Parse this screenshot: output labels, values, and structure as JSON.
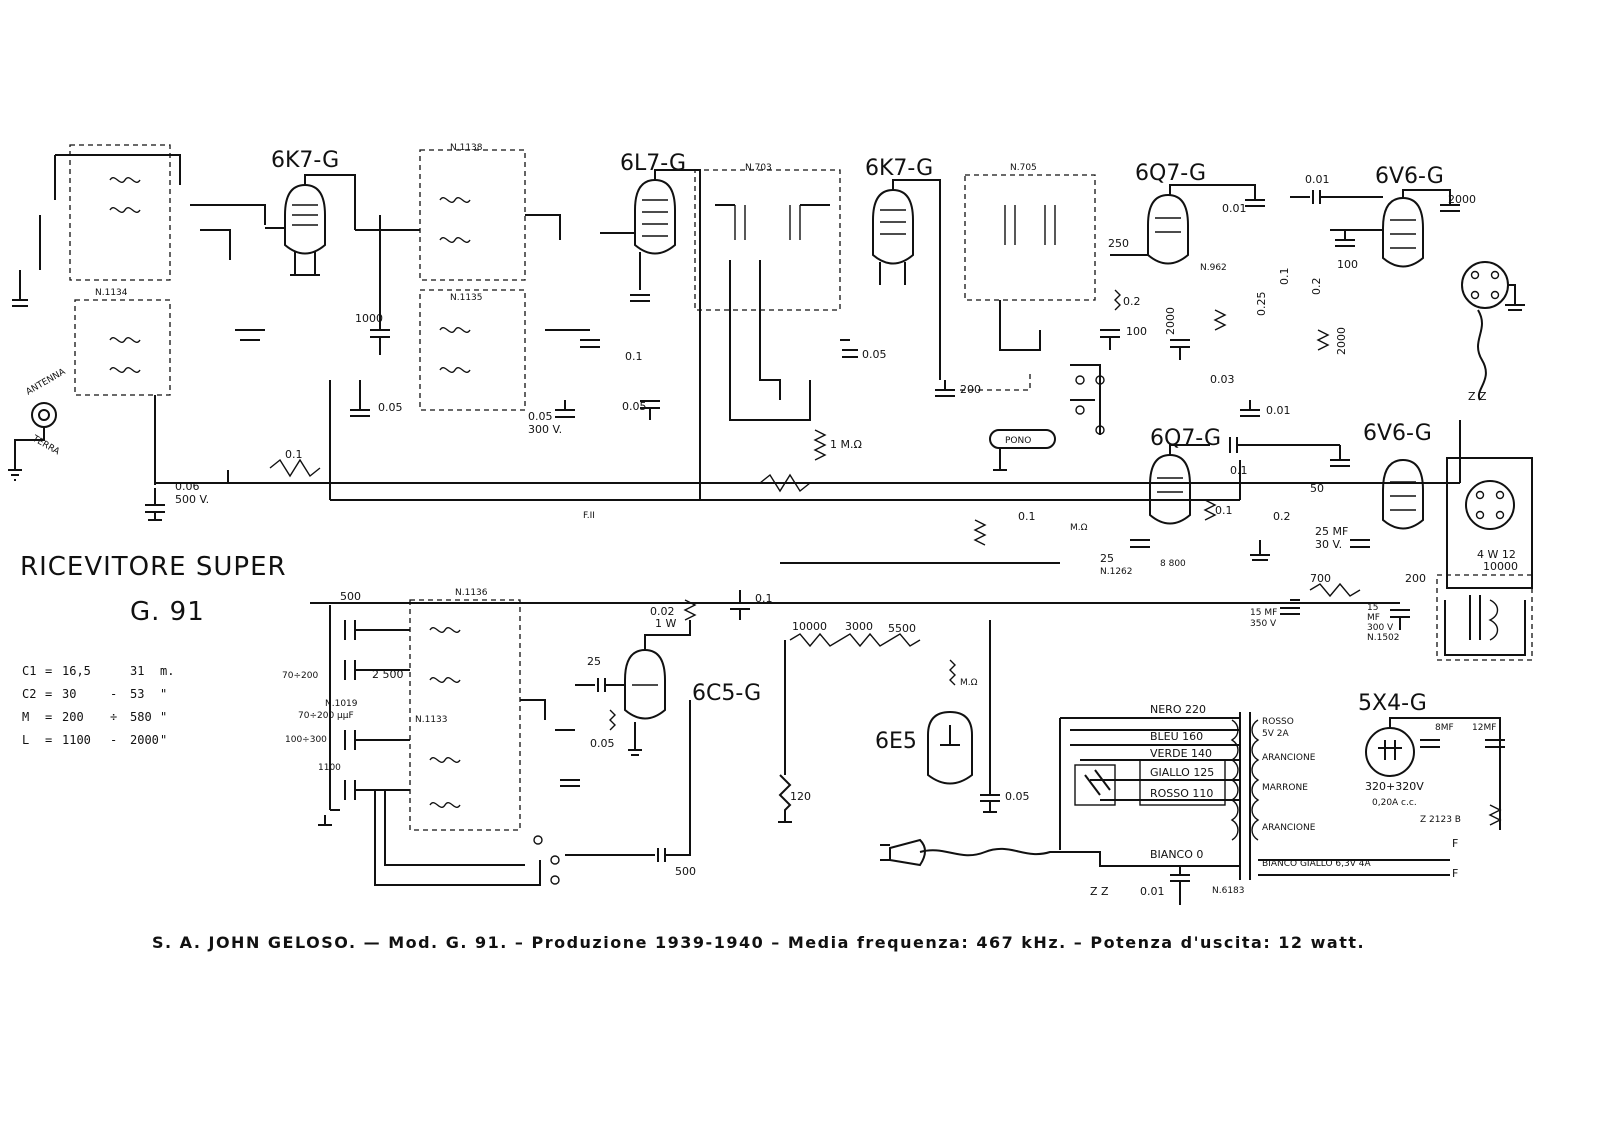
{
  "title": {
    "line1": "RICEVITORE SUPER",
    "line2": "G. 91"
  },
  "ranges": [
    {
      "band": "C1",
      "eq": "=",
      "from": "16,5",
      "sep": "",
      "to": "31",
      "unit": "m."
    },
    {
      "band": "C2",
      "eq": "=",
      "from": "30",
      "sep": "-",
      "to": "53",
      "unit": "\""
    },
    {
      "band": "M",
      "eq": "=",
      "from": "200",
      "sep": "÷",
      "to": "580",
      "unit": "\""
    },
    {
      "band": "L",
      "eq": "=",
      "from": "1100",
      "sep": "-",
      "to": "2000",
      "unit": "\""
    }
  ],
  "tubes": {
    "t1": "6K7-G",
    "t2": "6L7-G",
    "t3": "6K7-G",
    "t4": "6Q7-G",
    "t5": "6V6-G",
    "t6": "6Q7-G",
    "t7": "6V6-G",
    "t8": "6C5-G",
    "t9": "6E5",
    "t10": "5X4-G"
  },
  "coils": {
    "n1134": "N.1134",
    "n1138": "N.1138",
    "n1135": "N.1135",
    "n703": "N.703",
    "n705": "N.705",
    "n1136": "N.1136",
    "n1133": "N.1133",
    "n1019": "N.1019",
    "n962": "N.962",
    "n1262": "N.1262",
    "n1502": "N.1502",
    "n6183": "N.6183"
  },
  "components": {
    "c_0_1a": "0.1",
    "c_0_06": "0.06",
    "c_500v": "500 V.",
    "c_0_1b": "0.1",
    "c_0_05a": "0.05",
    "c_1000": "1000",
    "c_0_05b": "0.05",
    "c_300v": "300 V.",
    "c_0_05c": "0.05",
    "c_0_05d": "0.05",
    "r_1mohm": "1 M.Ω",
    "c_200": "200",
    "c_250": "250",
    "c_0_01a": "0.01",
    "c_0_01b": "0.01",
    "c_100a": "100",
    "c_2000a": "2000",
    "c_0_03": "0.03",
    "c_0_25": "0.25",
    "c_0_2a": "0.2",
    "c_0_2b": "0.2",
    "c_0_1c": "0.1",
    "c_100b": "100",
    "c_2000b": "2000",
    "r_0_1": "0.1",
    "c_0_1d": "0.1",
    "c_50": "50",
    "c_25mf": "25 MF",
    "c_30v": "30 V.",
    "r_200": "200",
    "c_0_1e": "0.1",
    "c_0_2c": "0.2",
    "c_25a": "25",
    "r_0_1b": "0.1",
    "c_0_1f": "0.1",
    "r_700": "700",
    "c_15mf": "15 MF",
    "c_350v": "350 V",
    "c_15": "15",
    "c_mf": "MF",
    "c_300v_b": "300 V",
    "r_10000": "10000",
    "r_3000": "3000",
    "r_5500": "5500",
    "c_002": "0.02",
    "c_1w": "1 W",
    "c_25b": "25",
    "c_0_05e": "0.05",
    "c_500a": "500",
    "c_2500": "2 500",
    "c_70_200": "70÷200",
    "c_70_200pf": "70÷200 µµF",
    "c_100_300": "100÷300",
    "c_1100": "1100",
    "c_500b": "500",
    "r_120": "120",
    "c_0_05f": "0.05",
    "r_mohm": "M.Ω",
    "pono": "PONO",
    "c_0_01c": "0.01",
    "c_100mca": "100",
    "c_50mca": "50",
    "c_8mf": "8MF",
    "c_12mf": "12MF",
    "c_0_1g": "0.1"
  },
  "transformer": {
    "nero": "NERO 220",
    "bleu": "BLEU 160",
    "verde": "VERDE 140",
    "giallo": "GIALLO 125",
    "rosso": "ROSSO 110",
    "bianco": "BIANCO 0",
    "rosso_r": "ROSSO",
    "arancione": "ARANCIONE",
    "marrone": "MARRONE",
    "arancione2": "ARANCIONE",
    "bianco_giallo": "BIANCO GIALLO 6,3V 4A",
    "sv": "5V 2A",
    "hv": "320+320V",
    "ma": "0,20A c.c.",
    "dyn": "Z 2123 B",
    "zz": "Z Z",
    "z2": "Z Z",
    "f1": "F",
    "f2": "F"
  },
  "speaker": {
    "model": "4 W 12",
    "value": "10000"
  },
  "antenna": {
    "ant": "ANTENNA",
    "terra": "TERRA"
  },
  "footer": "S. A. JOHN GELOSO. — Mod. G. 91. – Produzione 1939-1940  – Media frequenza: 467 kHz. – Potenza d'uscita: 12 watt."
}
